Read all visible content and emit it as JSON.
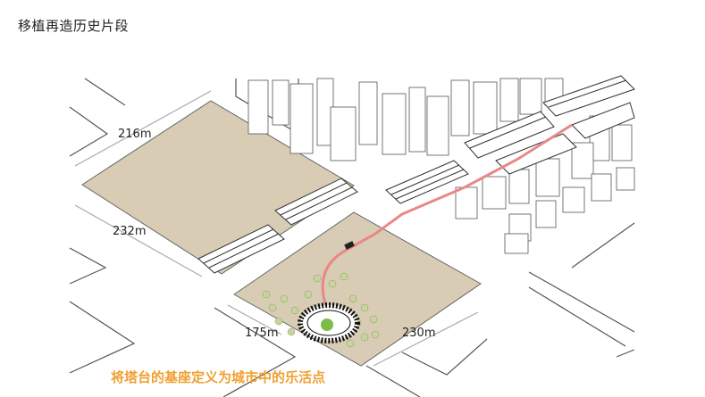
{
  "header": {
    "title": "移植再造历史片段"
  },
  "dimensions": {
    "top_left_width": "216m",
    "top_left_depth": "232m",
    "bottom_width": "175m",
    "bottom_depth": "230m"
  },
  "caption": "将塔台的基座定义为城市中的乐活点",
  "colors": {
    "site_fill": "#d8ccb4",
    "route": "#e88888",
    "caption": "#f0a030",
    "tower_center": "#7dbb4a"
  }
}
